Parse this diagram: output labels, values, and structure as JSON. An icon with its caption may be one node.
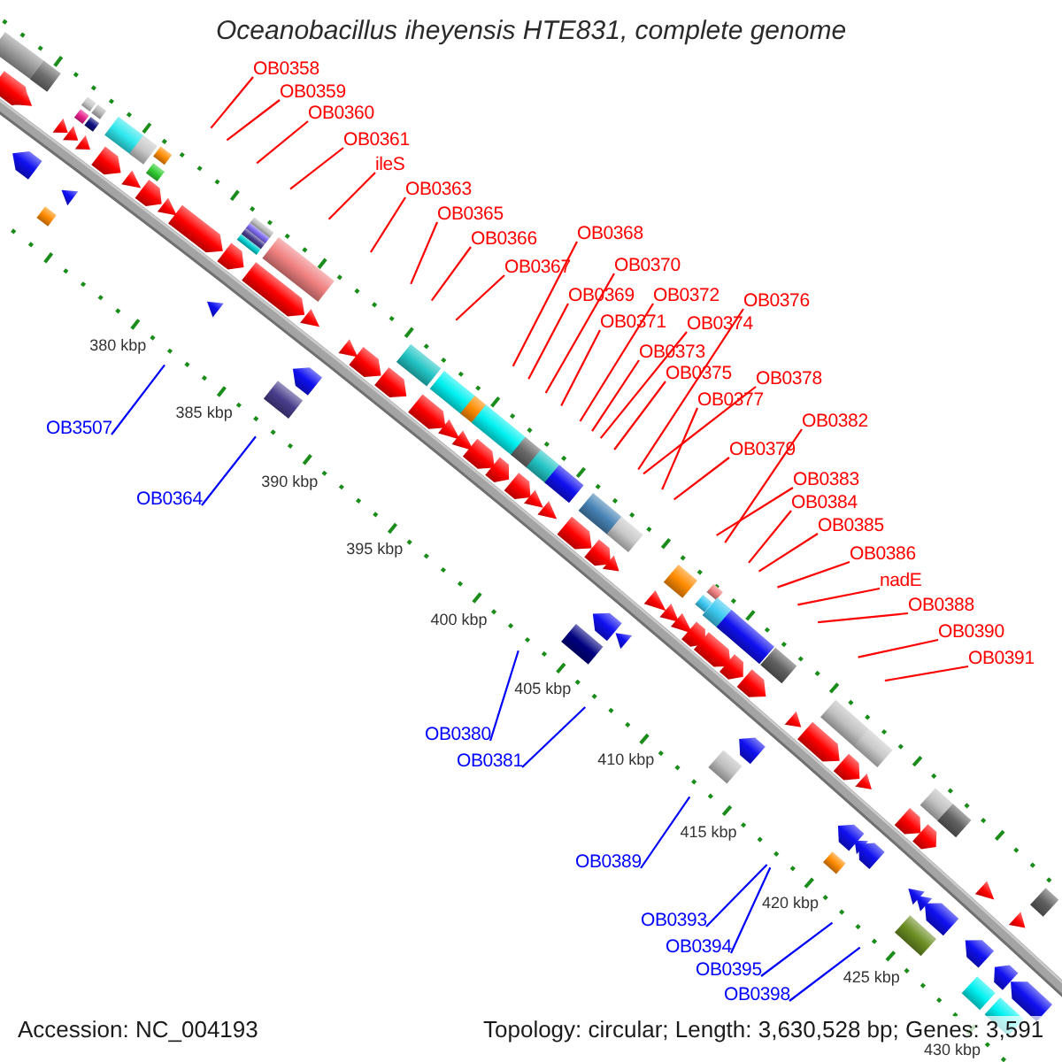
{
  "diagram": {
    "title": "Oceanobacillus iheyensis HTE831, complete genome",
    "nodes": [
      {
        "text": [
          "OB0358"
        ]
      },
      {
        "text": [
          "OB0359"
        ]
      },
      {
        "text": [
          "OB0360"
        ]
      },
      {
        "text": [
          "OB0361"
        ]
      },
      {
        "text": [
          "ileS"
        ]
      },
      {
        "text": [
          "OB0363"
        ]
      },
      {
        "text": [
          "OB0365"
        ]
      },
      {
        "text": [
          "OB0366"
        ]
      },
      {
        "text": [
          "OB0367"
        ]
      },
      {
        "text": [
          "OB0368"
        ]
      },
      {
        "text": [
          "OB0369"
        ]
      },
      {
        "text": [
          "OB0370"
        ]
      },
      {
        "text": [
          "OB0371"
        ]
      },
      {
        "text": [
          "OB0372"
        ]
      },
      {
        "text": [
          "OB0373"
        ]
      },
      {
        "text": [
          "OB0374"
        ]
      },
      {
        "text": [
          "OB0375"
        ]
      },
      {
        "text": [
          "OB0376"
        ]
      },
      {
        "text": [
          "OB0377"
        ]
      },
      {
        "text": [
          "OB0378"
        ]
      },
      {
        "text": [
          "OB0379"
        ]
      },
      {
        "text": [
          "OB0382"
        ]
      },
      {
        "text": [
          "OB0383"
        ]
      },
      {
        "text": [
          "OB0384"
        ]
      },
      {
        "text": [
          "OB0385"
        ]
      },
      {
        "text": [
          "OB0386"
        ]
      },
      {
        "text": [
          "nadE"
        ]
      },
      {
        "text": [
          "OB0388"
        ]
      },
      {
        "text": [
          "OB0390"
        ]
      },
      {
        "text": [
          "OB0391"
        ]
      },
      {
        "text": [
          "OB3507"
        ]
      },
      {
        "text": [
          "OB0364"
        ]
      },
      {
        "text": [
          "OB0380"
        ]
      },
      {
        "text": [
          "OB0381"
        ]
      },
      {
        "text": [
          "OB0389"
        ]
      },
      {
        "text": [
          "OB0393"
        ]
      },
      {
        "text": [
          "OB0394"
        ]
      },
      {
        "text": [
          "OB0395"
        ]
      },
      {
        "text": [
          "OB0398"
        ]
      }
    ],
    "edges": [
      {
        "from": 0,
        "to": null,
        "arrow": "none"
      },
      {
        "from": 1,
        "to": null,
        "arrow": "none"
      },
      {
        "from": 2,
        "to": null,
        "arrow": "none"
      },
      {
        "from": 3,
        "to": null,
        "arrow": "none"
      },
      {
        "from": 4,
        "to": null,
        "arrow": "none"
      },
      {
        "from": 5,
        "to": null,
        "arrow": "none"
      },
      {
        "from": 6,
        "to": null,
        "arrow": "none"
      },
      {
        "from": 7,
        "to": null,
        "arrow": "none"
      },
      {
        "from": 8,
        "to": null,
        "arrow": "none"
      },
      {
        "from": 9,
        "to": null,
        "arrow": "none"
      },
      {
        "from": 10,
        "to": null,
        "arrow": "none"
      },
      {
        "from": 11,
        "to": null,
        "arrow": "none"
      },
      {
        "from": 12,
        "to": null,
        "arrow": "none"
      },
      {
        "from": 13,
        "to": null,
        "arrow": "none"
      },
      {
        "from": 14,
        "to": null,
        "arrow": "none"
      },
      {
        "from": 15,
        "to": null,
        "arrow": "none"
      },
      {
        "from": 16,
        "to": null,
        "arrow": "none"
      },
      {
        "from": 17,
        "to": null,
        "arrow": "none"
      },
      {
        "from": 18,
        "to": null,
        "arrow": "none"
      },
      {
        "from": 19,
        "to": null,
        "arrow": "none"
      },
      {
        "from": 20,
        "to": null,
        "arrow": "none"
      },
      {
        "from": 21,
        "to": null,
        "arrow": "none"
      },
      {
        "from": 22,
        "to": null,
        "arrow": "none"
      },
      {
        "from": 23,
        "to": null,
        "arrow": "none"
      },
      {
        "from": 24,
        "to": null,
        "arrow": "none"
      },
      {
        "from": 25,
        "to": null,
        "arrow": "none"
      },
      {
        "from": 26,
        "to": null,
        "arrow": "none"
      },
      {
        "from": 27,
        "to": null,
        "arrow": "none"
      },
      {
        "from": 28,
        "to": null,
        "arrow": "none"
      },
      {
        "from": 29,
        "to": null,
        "arrow": "none"
      },
      {
        "from": 30,
        "to": null,
        "arrow": "none",
        "color": "#0000ff"
      },
      {
        "from": 31,
        "to": null,
        "arrow": "none",
        "color": "#0000ff"
      },
      {
        "from": 32,
        "to": null,
        "arrow": "none",
        "color": "#0000ff"
      },
      {
        "from": 33,
        "to": null,
        "arrow": "none",
        "color": "#0000ff"
      },
      {
        "from": 34,
        "to": null,
        "arrow": "none",
        "color": "#0000ff"
      },
      {
        "from": 35,
        "to": null,
        "arrow": "none",
        "color": "#0000ff"
      },
      {
        "from": 36,
        "to": null,
        "arrow": "none",
        "color": "#0000ff"
      },
      {
        "from": 37,
        "to": null,
        "arrow": "none",
        "color": "#0000ff"
      },
      {
        "from": 38,
        "to": null,
        "arrow": "none",
        "color": "#0000ff"
      }
    ],
    "labels": [
      "380 kbp",
      "385 kbp",
      "390 kbp",
      "395 kbp",
      "400 kbp",
      "405 kbp",
      "410 kbp",
      "415 kbp",
      "420 kbp",
      "425 kbp",
      "430 kbp",
      "Accession: NC_004193",
      "Topology: circular; Length: 3,630,528 bp; Genes: 3,591"
    ]
  }
}
